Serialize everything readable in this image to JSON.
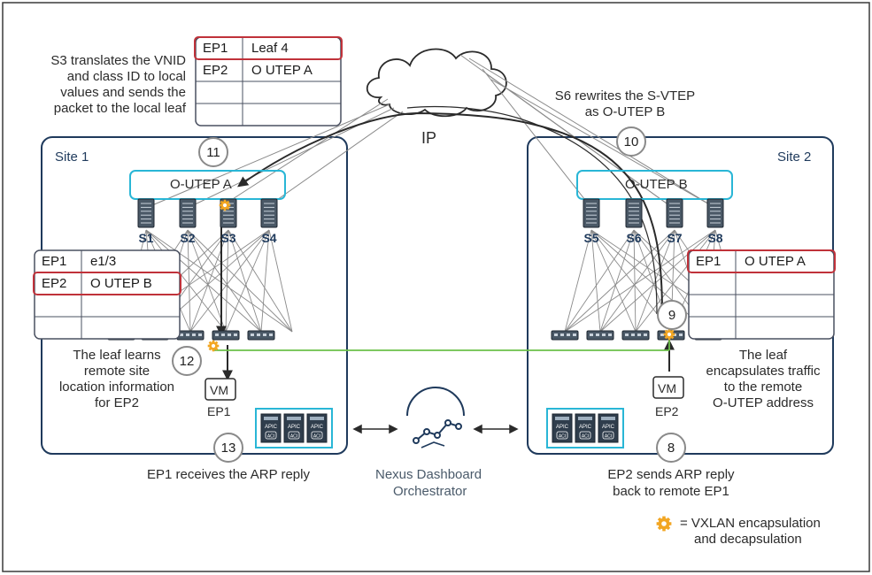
{
  "colors": {
    "site_border": "#1f3a5c",
    "cyan": "#29b6d6",
    "red_highlight": "#c0323a",
    "green_link": "#6cc04a",
    "orange_gear": "#f2a623",
    "mesh_line": "#8a8a8a",
    "dark_path": "#2a2a2a"
  },
  "icons": {
    "encap": "gear-icon",
    "spine": "spine-switch-icon",
    "leaf": "leaf-switch-icon",
    "apic": "apic-controller-icon",
    "ndo": "nexus-dashboard-logo-icon",
    "cloud": "ip-cloud-icon"
  },
  "cloud_label": "IP",
  "site1": {
    "label": "Site 1",
    "outep": "O-UTEP A",
    "spines": [
      "S1",
      "S2",
      "S3",
      "S4"
    ]
  },
  "site2": {
    "label": "Site 2",
    "outep": "O-UTEP B",
    "spines": [
      "S5",
      "S6",
      "S7",
      "S8"
    ]
  },
  "tables": {
    "top": {
      "rows": [
        [
          "EP1",
          "Leaf 4"
        ],
        [
          "EP2",
          "O UTEP A"
        ],
        [
          "",
          ""
        ],
        [
          "",
          ""
        ]
      ]
    },
    "left": {
      "rows": [
        [
          "EP1",
          "e1/3"
        ],
        [
          "EP2",
          "O UTEP B"
        ],
        [
          "",
          ""
        ],
        [
          "",
          ""
        ]
      ]
    },
    "right": {
      "rows": [
        [
          "EP1",
          "O UTEP A"
        ],
        [
          "",
          ""
        ],
        [
          "",
          ""
        ],
        [
          "",
          ""
        ]
      ]
    }
  },
  "annotations": {
    "s3_translate": [
      "S3 translates the VNID",
      "and class ID to local",
      "values and sends the",
      "packet to the local leaf"
    ],
    "s6_rewrite": [
      "S6 rewrites the S-VTEP",
      "as O-UTEP B"
    ],
    "leaf_learns": [
      "The leaf learns",
      "remote site",
      "location information",
      "for EP2"
    ],
    "leaf_encap": [
      "The leaf",
      "encapsulates traffic",
      "to the remote",
      "O-UTEP address"
    ],
    "ep1_receives": "EP1 receives the ARP reply",
    "ep2_sends": [
      "EP2 sends ARP reply",
      "back to remote EP1"
    ],
    "ndo": [
      "Nexus Dashboard",
      "Orchestrator"
    ],
    "legend": [
      "= VXLAN encapsulation",
      "and decapsulation"
    ]
  },
  "steps": [
    "8",
    "9",
    "10",
    "11",
    "12",
    "13"
  ],
  "vm_label": "VM",
  "ep1_label": "EP1",
  "ep2_label": "EP2",
  "apic_text": "APIC",
  "apic_sub": "ACI"
}
